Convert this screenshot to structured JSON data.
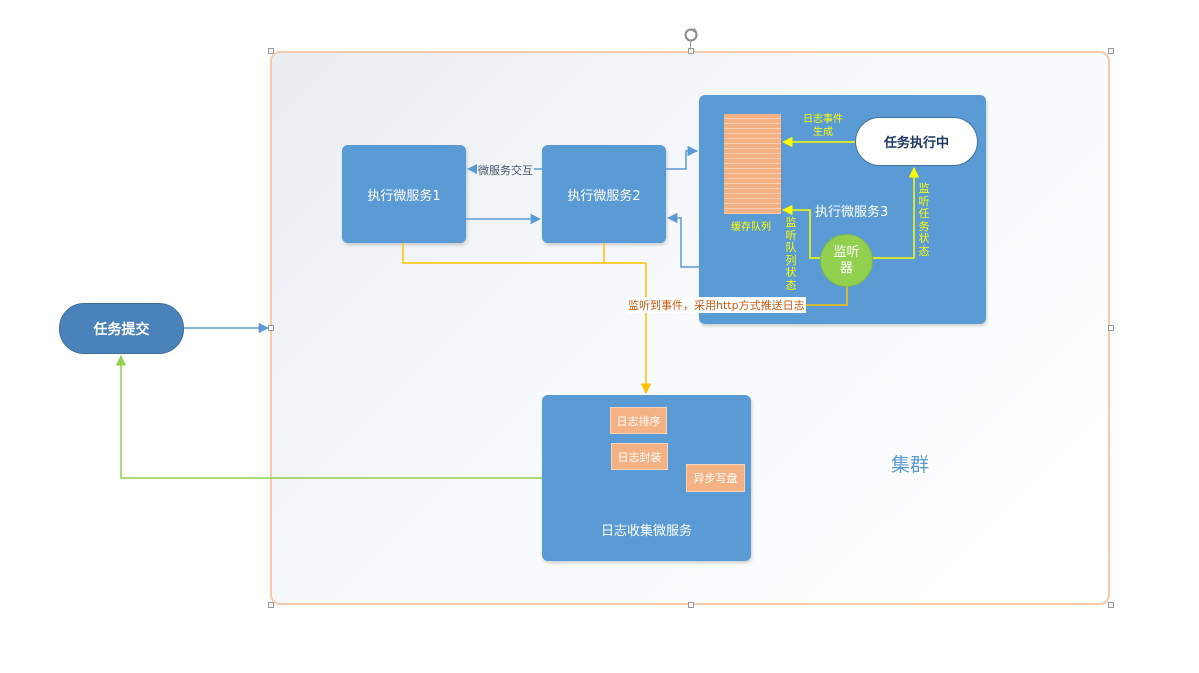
{
  "nodes": {
    "task_submit": "任务提交",
    "exec1": "执行微服务1",
    "exec2": "执行微服务2",
    "exec3": "执行微服务3",
    "task_running": "任务执行中",
    "listener": "监听器",
    "cache_queue": "缓存队列",
    "log_service": "日志收集微服务",
    "log_sort": "日志排序",
    "log_pack": "日志封装",
    "async_write": "异步写盘",
    "cluster": "集群"
  },
  "edge_labels": {
    "micro_interact": "微服务交互",
    "log_event": "日志事件生成",
    "listen_queue": "监听队列状态",
    "listen_task": "监听任务状态",
    "push_log": "监听到事件，采用http方式推送日志"
  },
  "colors": {
    "service_blue": "#5b9bd5",
    "submit_blue": "#4a83b9",
    "listener_green": "#92d050",
    "queue_orange": "#f4b183",
    "event_yellow": "#ffff00",
    "flow_gold": "#ffc000",
    "return_green": "#92d050",
    "cluster_border": "#f6c9a8"
  }
}
